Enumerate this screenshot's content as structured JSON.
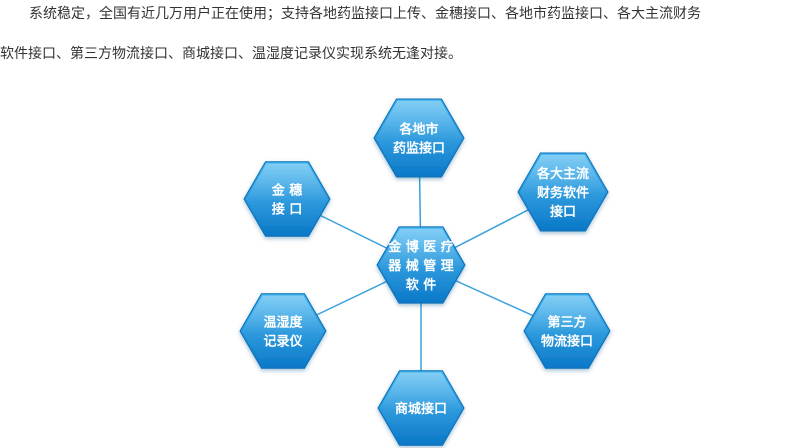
{
  "paragraph": {
    "line1": "系统稳定，全国有近几万用户正在使用；支持各地药监接口上传、金穗接口、各地市药监接口、各大主流财务",
    "line2": "软件接口、第三方物流接口、商城接口、温湿度记录仪实现系统无逢对接。"
  },
  "diagram": {
    "center": {
      "lines": [
        "金 博 医 疗",
        "器 械 管 理",
        "软 件"
      ]
    },
    "nodes": [
      {
        "id": "drug-supervision",
        "lines": [
          "各地市",
          "药监接口"
        ]
      },
      {
        "id": "finance-software",
        "lines": [
          "各大主流",
          "财务软件",
          "接口"
        ]
      },
      {
        "id": "logistics",
        "lines": [
          "第三方",
          "物流接口"
        ]
      },
      {
        "id": "mall",
        "lines": [
          "商城接口"
        ]
      },
      {
        "id": "thermo-hygrometer",
        "lines": [
          "温湿度",
          "记录仪"
        ]
      },
      {
        "id": "jinsui",
        "lines": [
          "金 穗",
          "接 口"
        ]
      }
    ],
    "colors": {
      "hex_top": "#3fb4f0",
      "hex_bottom": "#0a78c8",
      "connector": "#3aa0dc",
      "text": "#ffffff"
    }
  }
}
